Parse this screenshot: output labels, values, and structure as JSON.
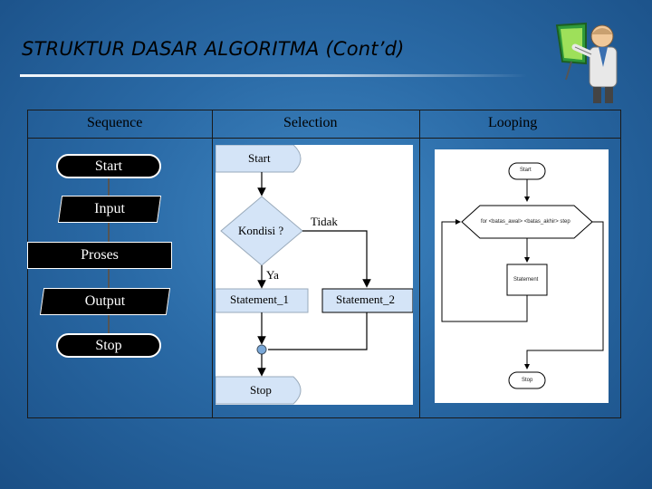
{
  "slide": {
    "title": "STRUKTUR DASAR ALGORITMA (Cont’d)"
  },
  "columns": {
    "sequence": "Sequence",
    "selection": "Selection",
    "looping": "Looping"
  },
  "sequence": {
    "start": "Start",
    "input": "Input",
    "process": "Proses",
    "output": "Output",
    "stop": "Stop"
  },
  "selection": {
    "start": "Start",
    "condition": "Kondisi ?",
    "no": "Tidak",
    "yes": "Ya",
    "statement1": "Statement_1",
    "statement2": "Statement_2",
    "stop": "Stop"
  },
  "looping": {
    "start": "Start",
    "loop": "for <batas_awal> <batas_akhir> step",
    "statement": "Statement",
    "stop": "Stop"
  },
  "colors": {
    "background": "#2a6aa6",
    "title_rule": "#f2f6fb",
    "panel": "#ffffff",
    "terminal_fill": "#000000",
    "selection_shape": "#d4e4f7"
  }
}
